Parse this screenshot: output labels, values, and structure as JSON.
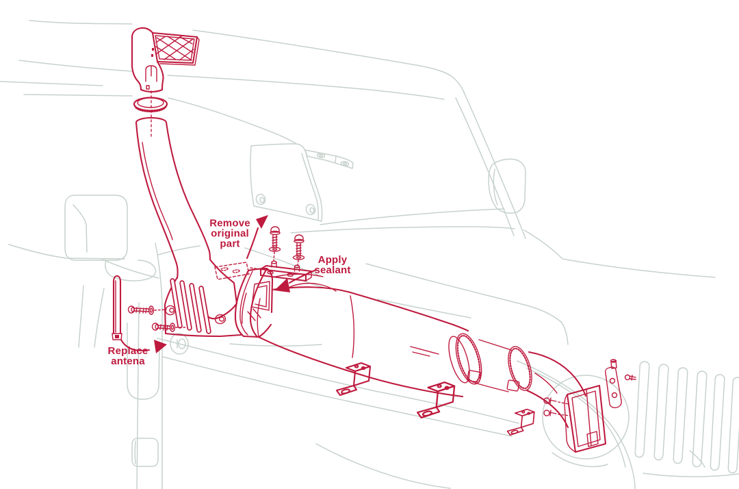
{
  "illustration": {
    "name": "snorkel-installation-diagram",
    "colors": {
      "accent_red": "#BE1A3E",
      "vehicle_gray": "#C6D2CC",
      "background": "#FFFFFF"
    },
    "components": [
      "snorkel-head",
      "hose-clamp-ring",
      "snorkel-tube",
      "snorkel-body-louvers",
      "air-scoop",
      "air-duct",
      "hose-clamps",
      "intake-elbow",
      "mounting-bracket",
      "mounting-screws",
      "z-brackets",
      "support-bracket",
      "replacement-antenna",
      "fender-grommet",
      "vehicle-body-outline",
      "factory-inlet-part"
    ]
  },
  "annotations": {
    "remove_original_part": {
      "text": "Remove\noriginal\npart"
    },
    "apply_sealant": {
      "text": "Apply\nsealant"
    },
    "replace_antenna": {
      "text": "Replace\nantena"
    }
  }
}
